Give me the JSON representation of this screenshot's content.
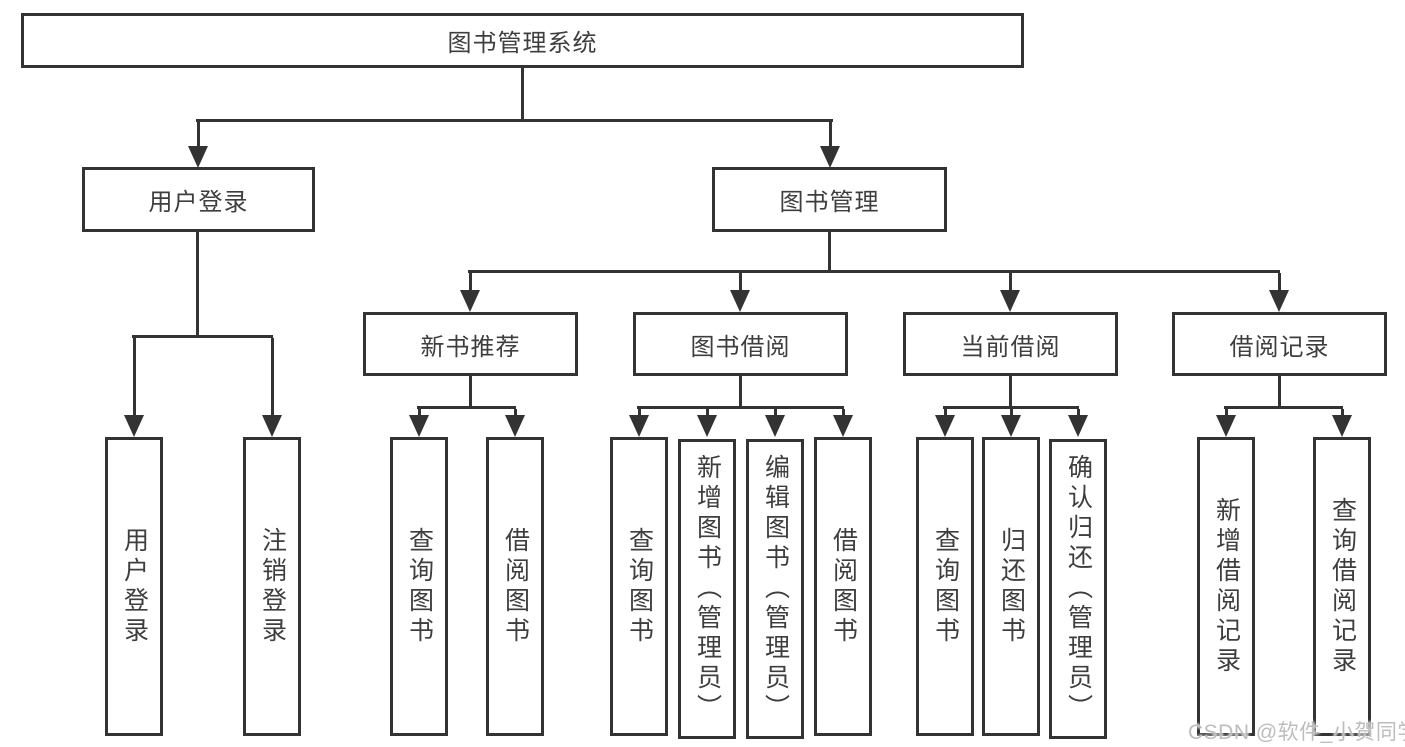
{
  "diagram": {
    "root": {
      "label": "图书管理系统"
    },
    "branches": [
      {
        "label": "用户登录",
        "children": [
          {
            "label": "用户登录"
          },
          {
            "label": "注销登录"
          }
        ]
      },
      {
        "label": "图书管理",
        "children": [
          {
            "label": "新书推荐",
            "children": [
              {
                "label": "查询图书"
              },
              {
                "label": "借阅图书"
              }
            ]
          },
          {
            "label": "图书借阅",
            "children": [
              {
                "label": "查询图书"
              },
              {
                "label": "新增图书（管理员）"
              },
              {
                "label": "编辑图书（管理员）"
              },
              {
                "label": "借阅图书"
              }
            ]
          },
          {
            "label": "当前借阅",
            "children": [
              {
                "label": "查询图书"
              },
              {
                "label": "归还图书"
              },
              {
                "label": "确认归还（管理员）"
              }
            ]
          },
          {
            "label": "借阅记录",
            "children": [
              {
                "label": "新增借阅记录"
              },
              {
                "label": "查询借阅记录"
              }
            ]
          }
        ]
      }
    ]
  },
  "watermark": {
    "text": "CSDN @软件_小贺同学"
  },
  "colors": {
    "line": "#333333",
    "text": "#3e3e3e",
    "watermark": "#bdbdbd",
    "background": "#ffffff"
  }
}
